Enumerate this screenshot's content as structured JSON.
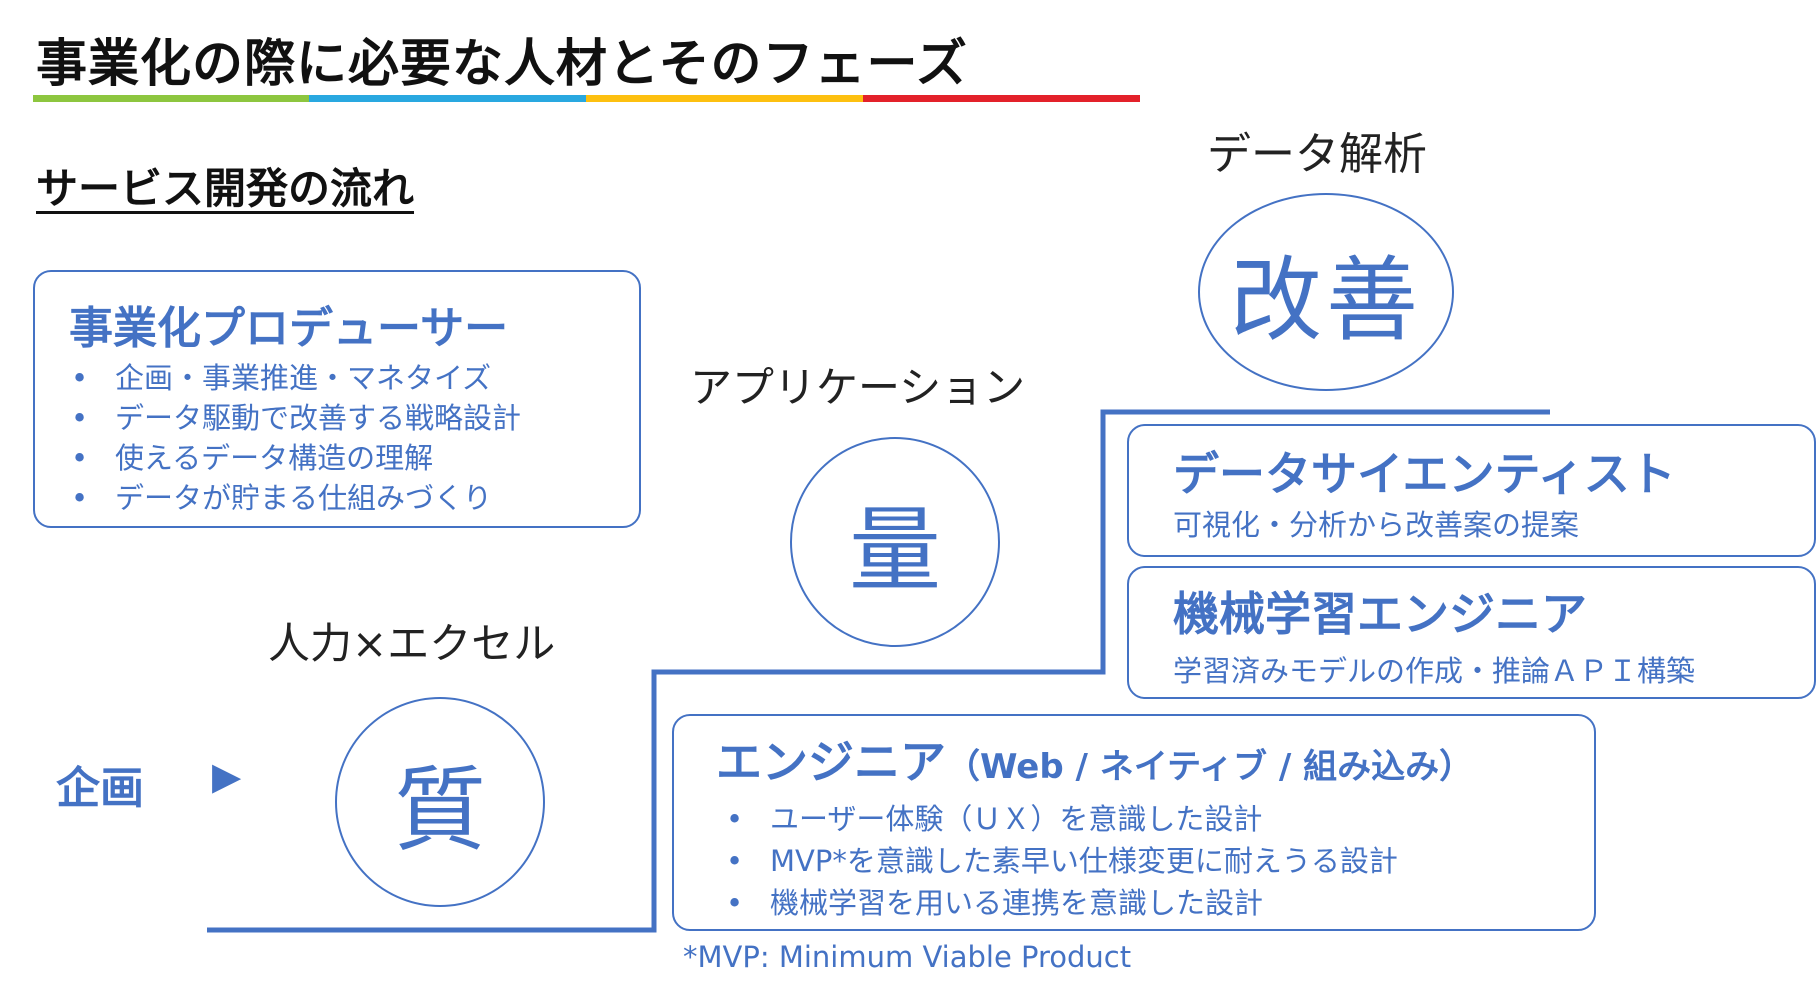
{
  "title": "事業化の際に必要な人材とそのフェーズ",
  "title_bar_colors": [
    "#8DC63F",
    "#29A8E0",
    "#FDC010",
    "#E3212A"
  ],
  "accent_color": "#4472C4",
  "subtitle": "サービス開発の流れ",
  "producer": {
    "title": "事業化プロデューサー",
    "items": [
      "企画・事業推進・マネタイズ",
      "データ駆動で改善する戦略設計",
      "使えるデータ構造の理解",
      "データが貯まる仕組みづくり"
    ]
  },
  "phases": {
    "planning": {
      "label": "企画",
      "arrow": "▶"
    },
    "quality": {
      "caption": "人力×エクセル",
      "circle": "質"
    },
    "quantity": {
      "caption": "アプリケーション",
      "circle": "量"
    },
    "improvement": {
      "caption": "データ解析",
      "circle": "改善"
    }
  },
  "data_scientist": {
    "title": "データサイエンティスト",
    "description": "可視化・分析から改善案の提案"
  },
  "ml_engineer": {
    "title": "機械学習エンジニア",
    "description": "学習済みモデルの作成・推論ＡＰＩ構築"
  },
  "engineer": {
    "title": "エンジニア",
    "title_suffix": "（Web / ネイティブ / 組み込み）",
    "items": [
      "ユーザー体験（ＵＸ）を意識した設計",
      "MVP*を意識した素早い仕様変更に耐えうる設計",
      "機械学習を用いる連携を意識した設計"
    ]
  },
  "footnote": "*MVP: Minimum Viable Product"
}
